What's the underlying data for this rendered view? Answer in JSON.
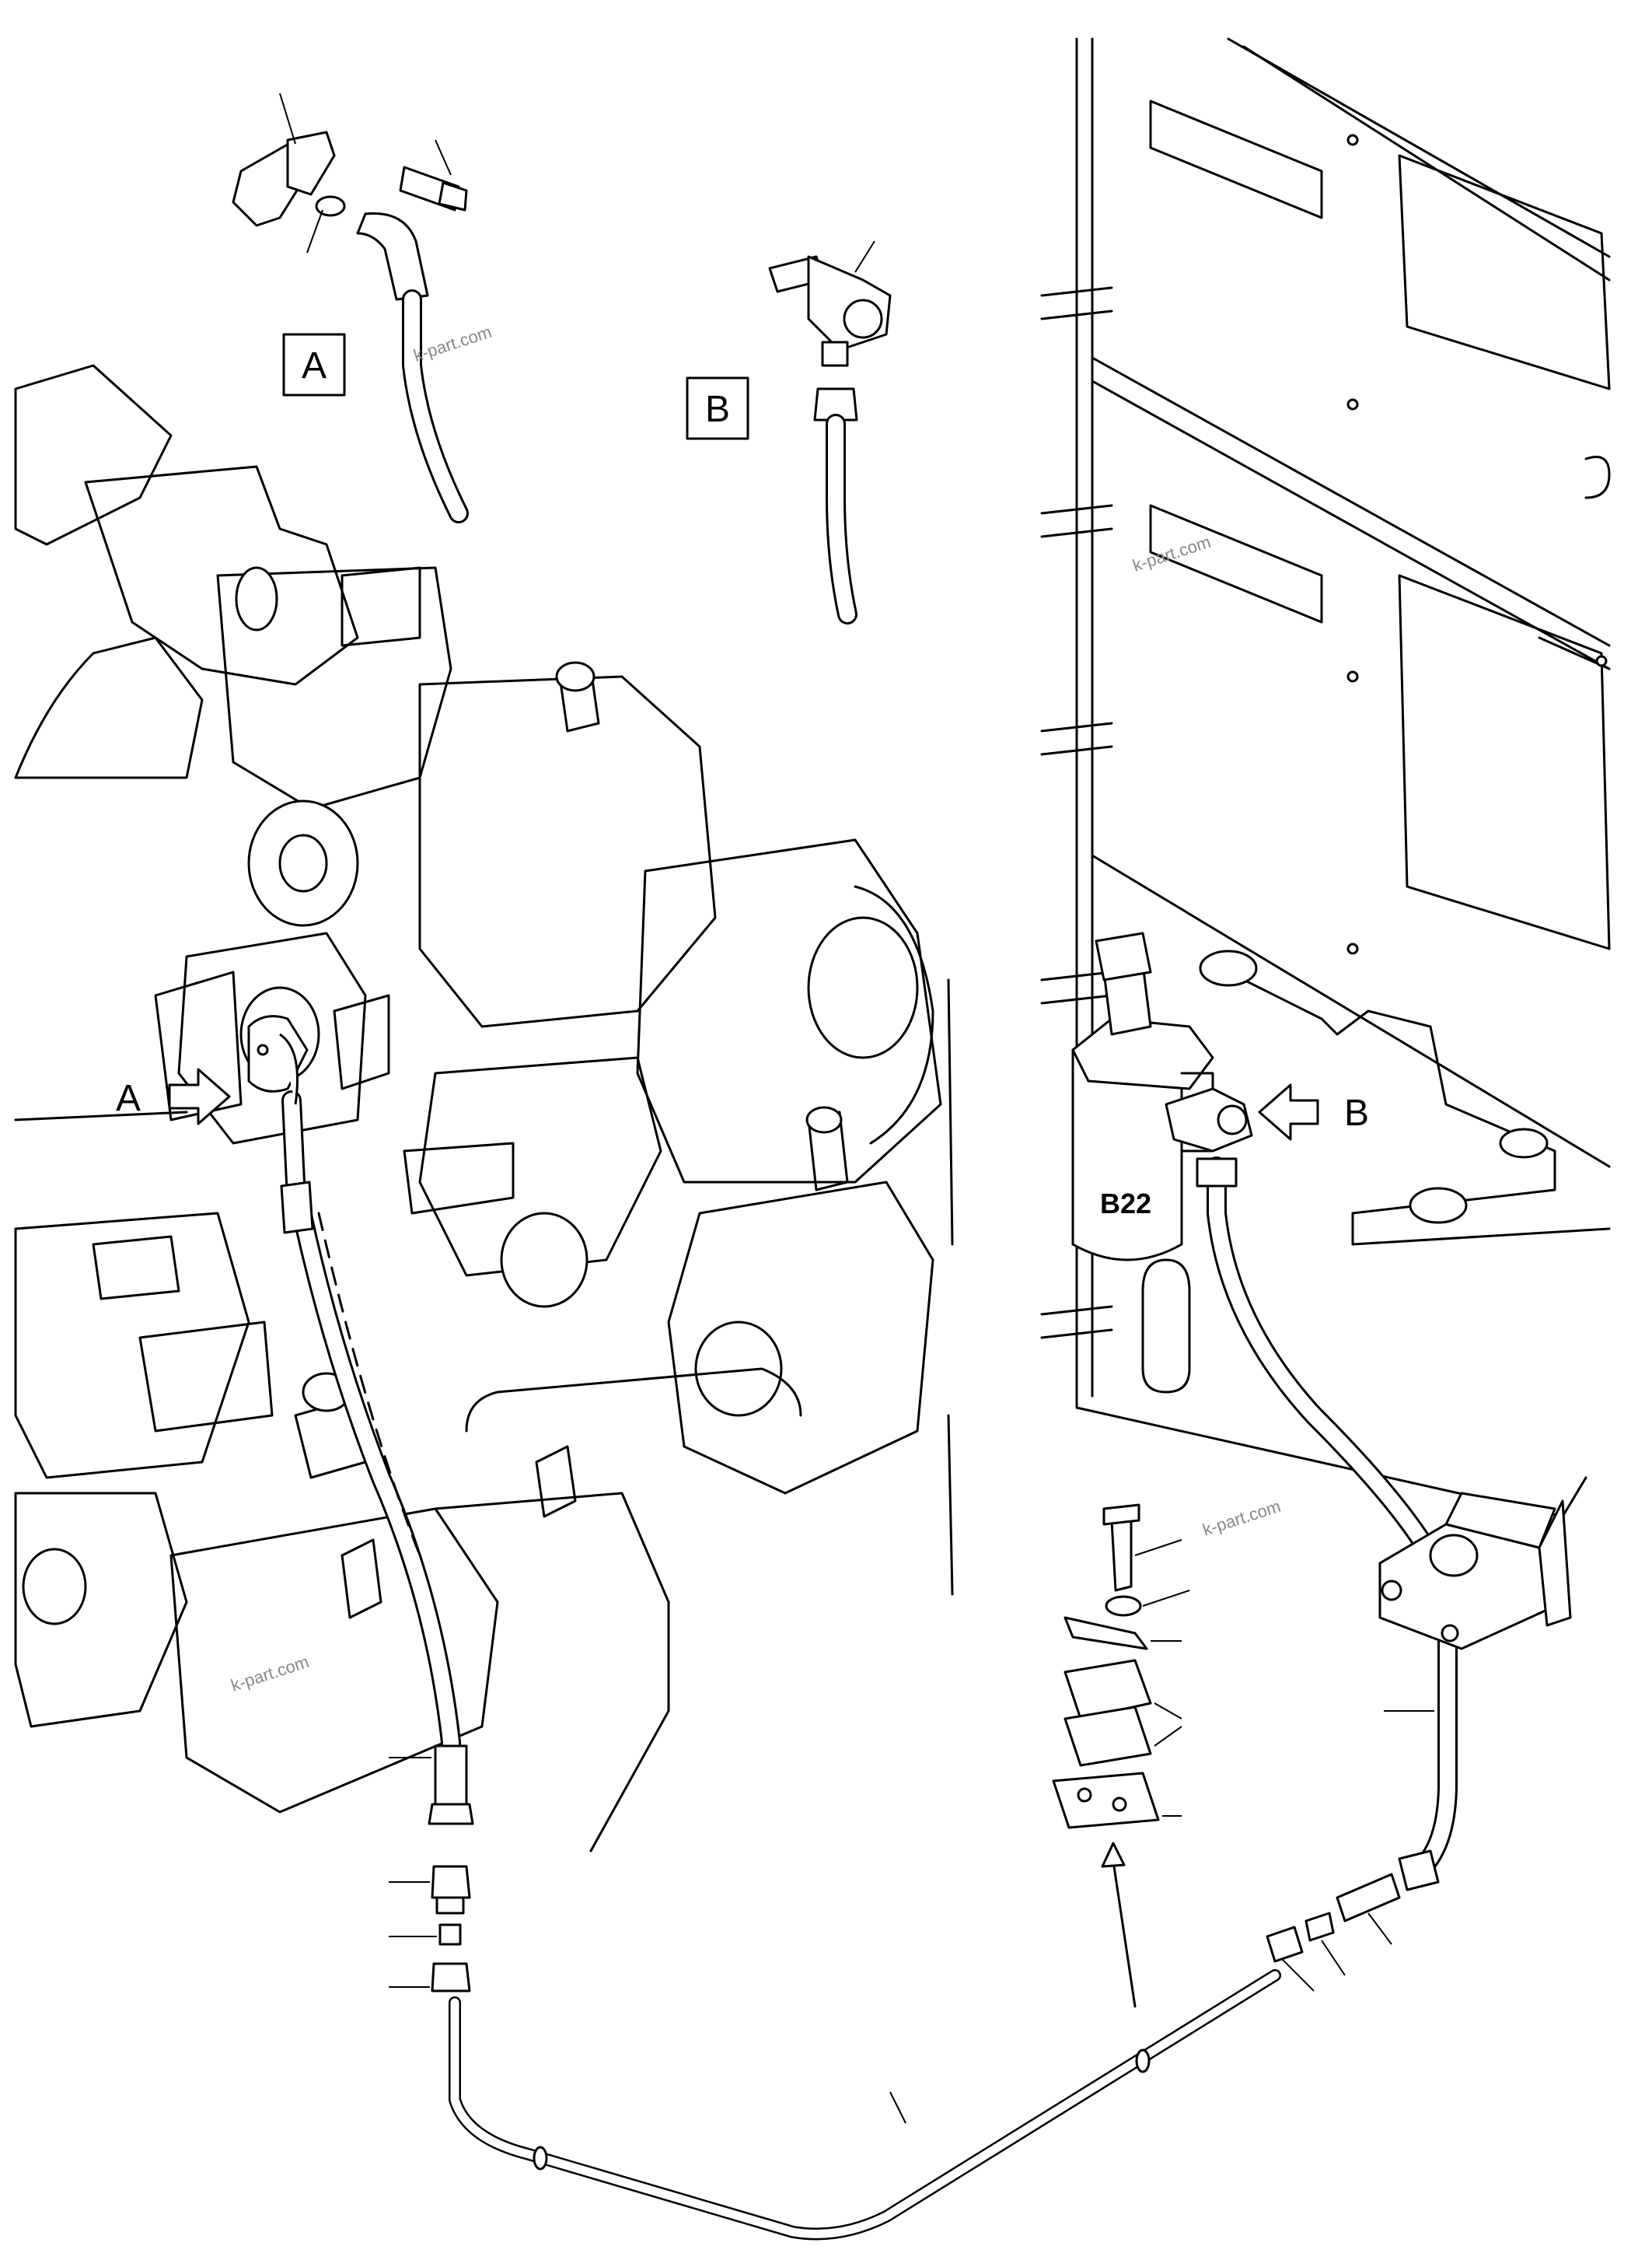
{
  "views": {
    "A": {
      "label": "A"
    },
    "B": {
      "label": "B"
    }
  },
  "callouts": {
    "arrow_a": "A",
    "arrow_b": "B"
  },
  "component": {
    "label": "B22"
  },
  "watermark": "k-part.com",
  "icons": [
    "flange-icon",
    "fitting-icon",
    "hose-icon",
    "pipe-icon",
    "clamp-icon",
    "filter-icon",
    "arrow-icon"
  ]
}
